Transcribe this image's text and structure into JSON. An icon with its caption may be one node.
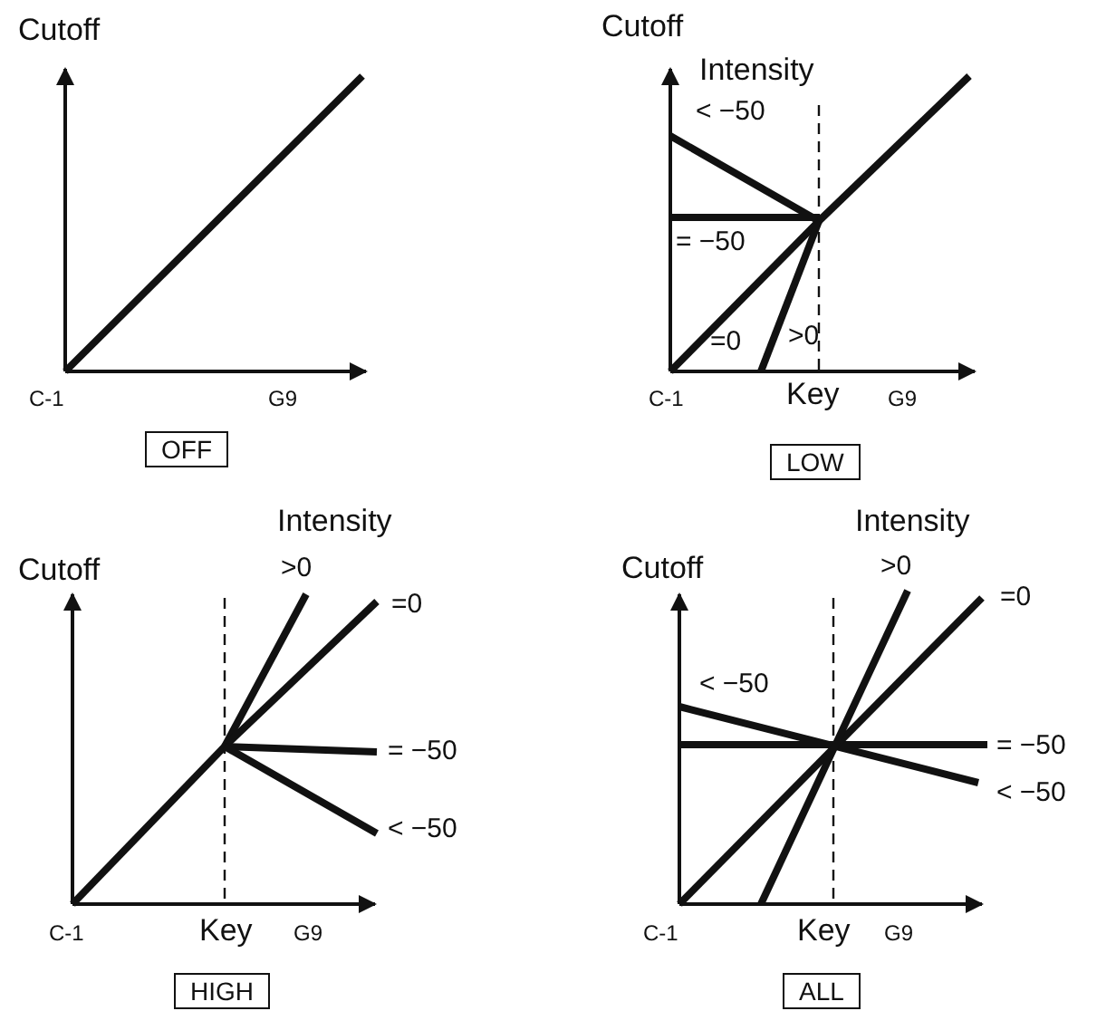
{
  "diagram": {
    "nodes": [
      {
        "text": [
          "OFF"
        ]
      },
      {
        "text": [
          "LOW"
        ]
      },
      {
        "text": [
          "HIGH"
        ]
      },
      {
        "text": [
          "ALL"
        ]
      }
    ],
    "labels": [
      "Cutoff",
      "C-1",
      "G9",
      "Cutoff",
      "Intensity",
      "< −50",
      "= −50",
      "=0",
      ">0",
      "C-1",
      "Key",
      "G9",
      "Intensity",
      "Cutoff",
      ">0",
      "=0",
      "= −50",
      "< −50",
      "C-1",
      "Key",
      "G9",
      "Intensity",
      "Cutoff",
      ">0",
      "=0",
      "< −50",
      "= −50",
      "< −50",
      "C-1",
      "Key",
      "G9"
    ]
  }
}
